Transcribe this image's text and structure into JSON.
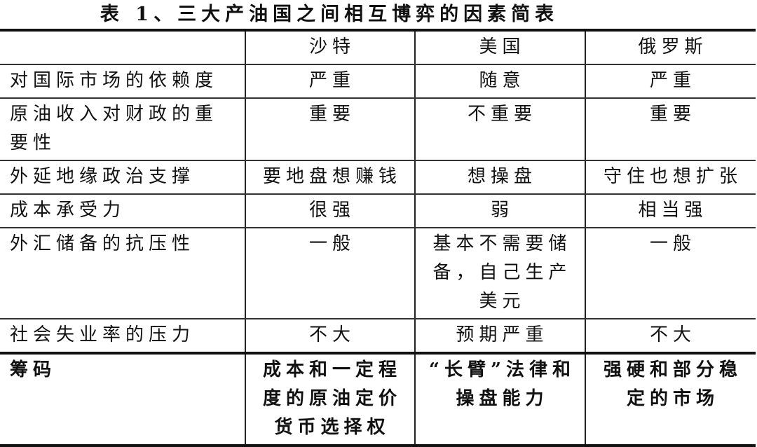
{
  "title": "表 1、三大产油国之间相互博弈的因素简表",
  "table": {
    "headers": [
      "",
      "沙特",
      "美国",
      "俄罗斯"
    ],
    "rows": [
      {
        "factor": "对国际市场的依赖度",
        "saudi": "严重",
        "usa": "随意",
        "russia": "严重"
      },
      {
        "factor": "原油收入对财政的重要性",
        "saudi": "重要",
        "usa": "不重要",
        "russia": "重要"
      },
      {
        "factor": "外延地缘政治支撑",
        "saudi": "要地盘想赚钱",
        "usa": "想操盘",
        "russia": "守住也想扩张"
      },
      {
        "factor": "成本承受力",
        "saudi": "很强",
        "usa": "弱",
        "russia": "相当强"
      },
      {
        "factor": "外汇储备的抗压性",
        "saudi": "一般",
        "usa": "基本不需要储备，自己生产美元",
        "russia": "一般"
      },
      {
        "factor": "社会失业率的压力",
        "saudi": "不大",
        "usa": "预期严重",
        "russia": "不大"
      },
      {
        "factor": "筹码",
        "saudi": "成本和一定程度的原油定价货币选择权",
        "usa": "“长臂”法律和操盘能力",
        "russia": "强硬和部分稳定的市场"
      }
    ]
  }
}
